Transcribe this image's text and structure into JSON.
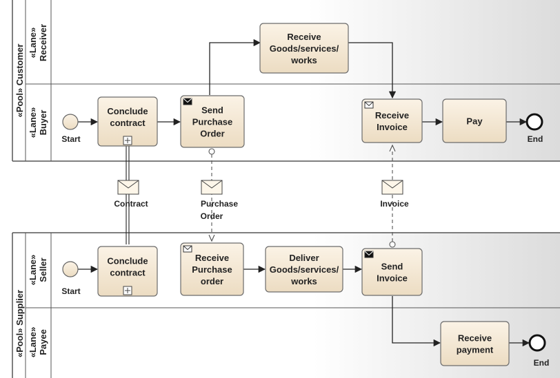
{
  "pools": [
    {
      "id": "customer",
      "label": "«Pool» Customer",
      "lanes": [
        {
          "id": "receiver",
          "label_line1": "«Lane»",
          "label_line2": "Receiver"
        },
        {
          "id": "buyer",
          "label_line1": "«Lane»",
          "label_line2": "Buyer"
        }
      ]
    },
    {
      "id": "supplier",
      "label": "«Pool» Supplier",
      "lanes": [
        {
          "id": "seller",
          "label_line1": "«Lane»",
          "label_line2": "Seller"
        },
        {
          "id": "payee",
          "label_line1": "«Lane»",
          "label_line2": "Payee"
        }
      ]
    }
  ],
  "tasks": [
    {
      "id": "receive-goods",
      "lines": [
        "Receive",
        "Goods/services/",
        "works"
      ],
      "envelope": "none",
      "subprocess": false
    },
    {
      "id": "conclude-contract-buyer",
      "lines": [
        "Conclude",
        "contract"
      ],
      "envelope": "none",
      "subprocess": true
    },
    {
      "id": "send-po",
      "lines": [
        "Send",
        "Purchase",
        "Order"
      ],
      "envelope": "send",
      "subprocess": false
    },
    {
      "id": "receive-invoice",
      "lines": [
        "Receive",
        "Invoice"
      ],
      "envelope": "receive",
      "subprocess": false
    },
    {
      "id": "pay",
      "lines": [
        "Pay"
      ],
      "envelope": "none",
      "subprocess": false
    },
    {
      "id": "conclude-contract-seller",
      "lines": [
        "Conclude",
        "contract"
      ],
      "envelope": "none",
      "subprocess": true
    },
    {
      "id": "receive-po",
      "lines": [
        "Receive",
        "Purchase",
        "order"
      ],
      "envelope": "receive",
      "subprocess": false
    },
    {
      "id": "deliver",
      "lines": [
        "Deliver",
        "Goods/services/",
        "works"
      ],
      "envelope": "none",
      "subprocess": false
    },
    {
      "id": "send-invoice",
      "lines": [
        "Send",
        "Invoice"
      ],
      "envelope": "send",
      "subprocess": false
    },
    {
      "id": "receive-payment",
      "lines": [
        "Receive",
        "payment"
      ],
      "envelope": "none",
      "subprocess": false
    }
  ],
  "events": [
    {
      "id": "start-buyer",
      "type": "start",
      "label": "Start"
    },
    {
      "id": "end-buyer",
      "type": "end",
      "label": "End"
    },
    {
      "id": "start-seller",
      "type": "start",
      "label": "Start"
    },
    {
      "id": "end-payee",
      "type": "end",
      "label": "End"
    }
  ],
  "messages": [
    {
      "id": "contract",
      "lines": [
        "Contract"
      ]
    },
    {
      "id": "purchase-order",
      "lines": [
        "Purchase",
        "Order"
      ]
    },
    {
      "id": "invoice",
      "lines": [
        "Invoice"
      ]
    }
  ],
  "colors": {
    "task_fill": "#f4e9d6",
    "task_stroke": "#6b6b6b",
    "event_fill": "#f4e9d6",
    "line": "#2a2a2a",
    "pool_border": "#555555",
    "lane_gradient_end": "#dedede"
  }
}
